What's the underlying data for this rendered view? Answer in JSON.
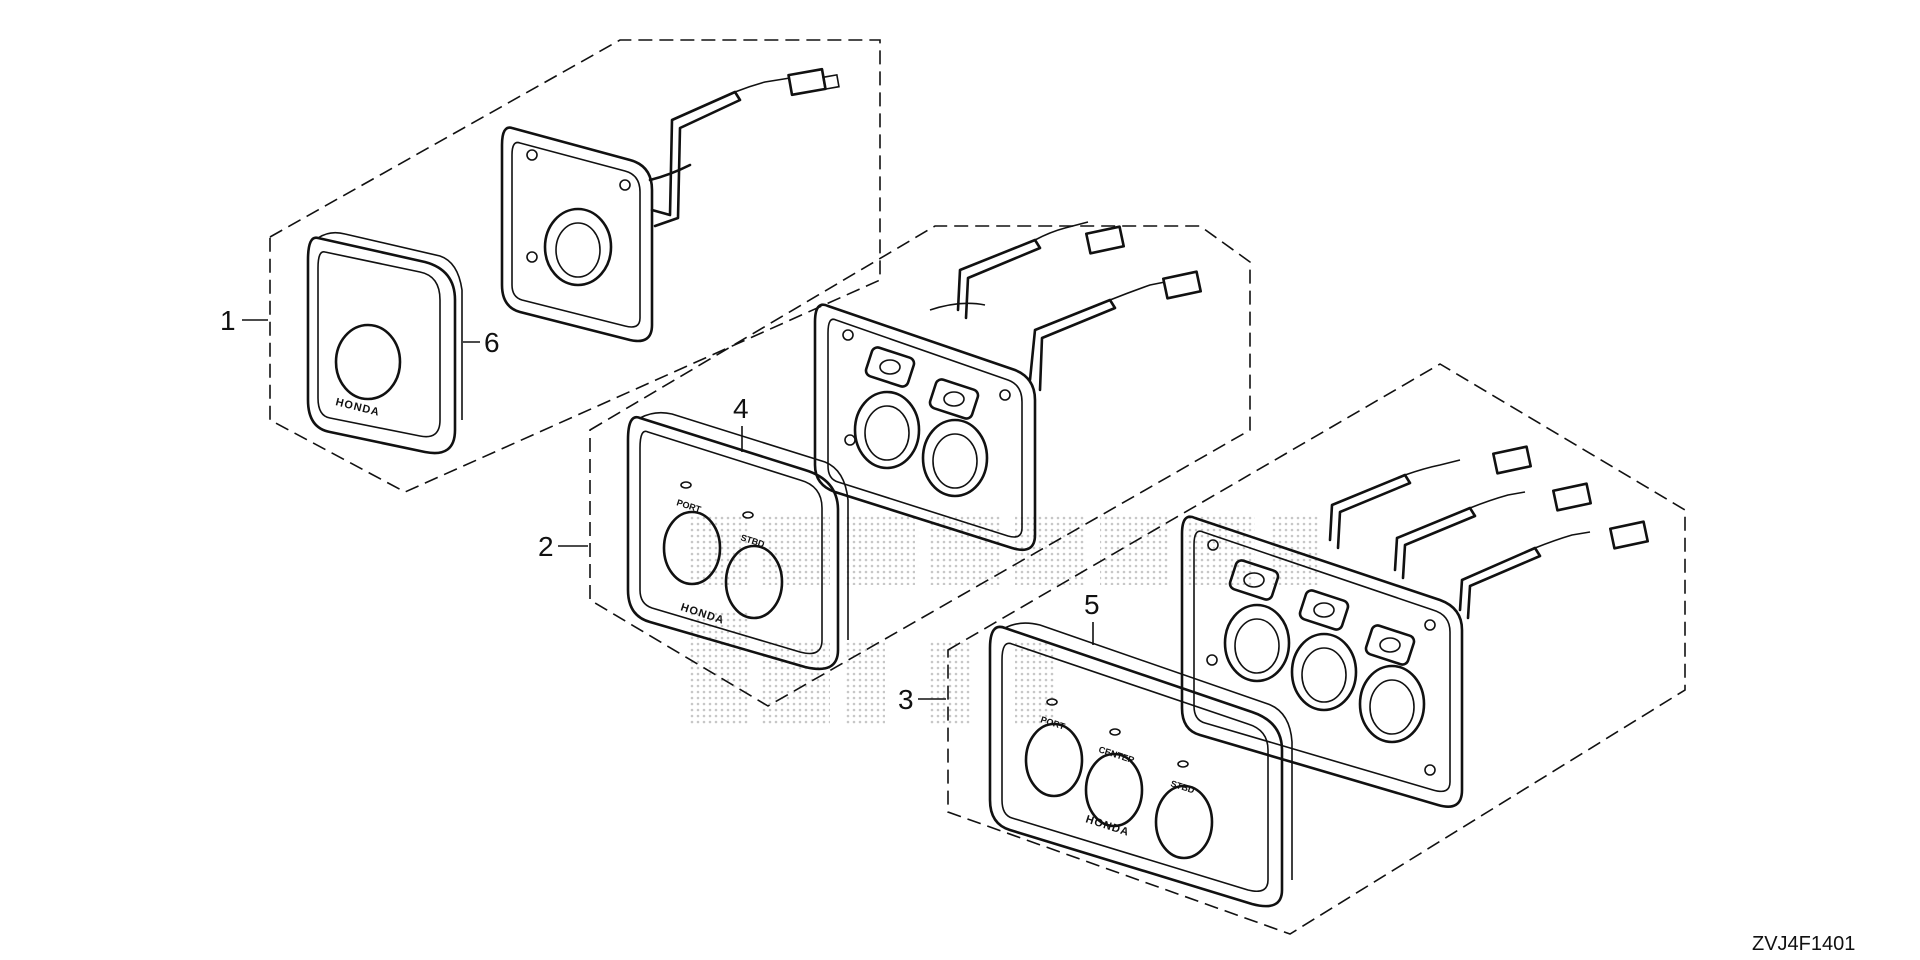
{
  "callouts": {
    "c1": "1",
    "c2": "2",
    "c3": "3",
    "c4": "4",
    "c5": "5",
    "c6": "6"
  },
  "panel_labels": {
    "port": "PORT",
    "stbd": "STBD",
    "center": "CENTER",
    "brand": "HONDA"
  },
  "diagram_code": "ZVJ4F1401"
}
